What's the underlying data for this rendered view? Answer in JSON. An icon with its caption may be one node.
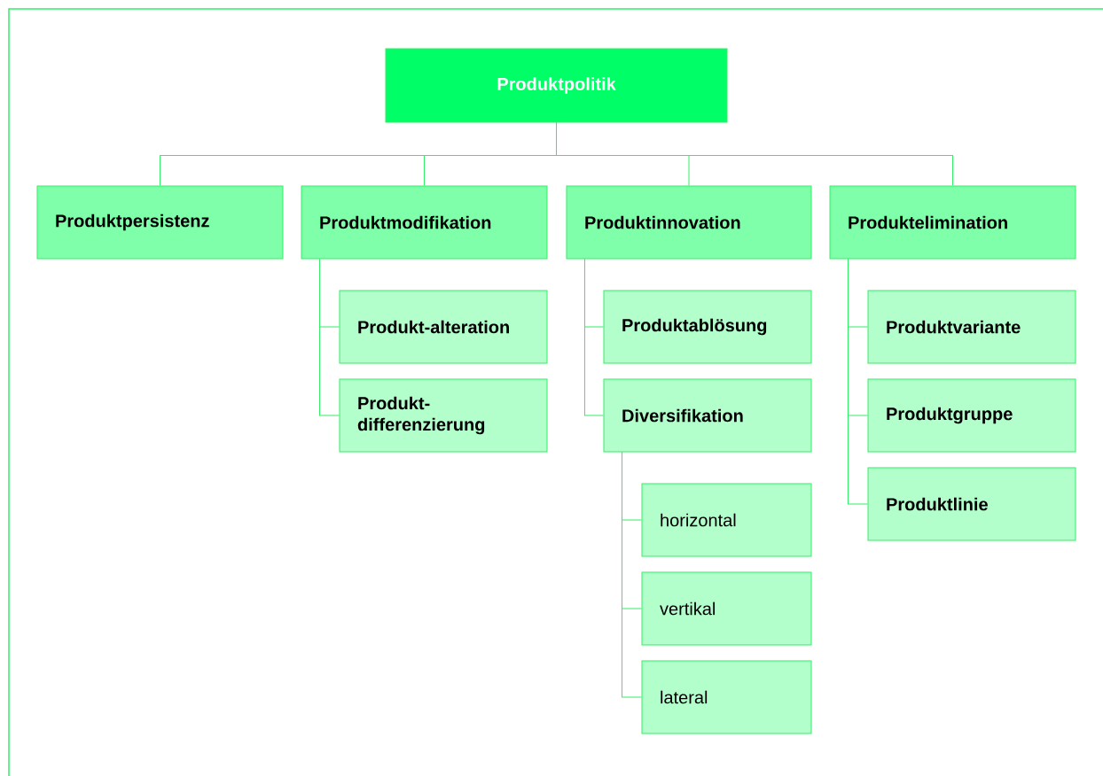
{
  "diagram": {
    "nodes": [
      {
        "text": [
          "Produktpolitik"
        ]
      },
      {
        "text": [
          "Produktpersistenz"
        ]
      },
      {
        "text": [
          "Produktmodifikation"
        ]
      },
      {
        "text": [
          "Produktinnovation"
        ]
      },
      {
        "text": [
          "Produktelimination"
        ]
      },
      {
        "text": [
          "Produkt-alteration"
        ]
      },
      {
        "text": [
          "Produkt-differenzierung"
        ]
      },
      {
        "text": [
          "Produktablösung"
        ]
      },
      {
        "text": [
          "Diversifikation"
        ]
      },
      {
        "text": [
          "horizontal"
        ]
      },
      {
        "text": [
          "vertikal"
        ]
      },
      {
        "text": [
          "lateral"
        ]
      },
      {
        "text": [
          "Produktvariante"
        ]
      },
      {
        "text": [
          "Produktgruppe"
        ]
      },
      {
        "text": [
          "Produktlinie"
        ]
      }
    ],
    "edges": [
      {
        "from": 0,
        "to": 1,
        "arrow": "none"
      },
      {
        "from": 0,
        "to": 2,
        "arrow": "none"
      },
      {
        "from": 0,
        "to": 3,
        "arrow": "none"
      },
      {
        "from": 0,
        "to": 4,
        "arrow": "none"
      },
      {
        "from": 2,
        "to": 5,
        "arrow": "none"
      },
      {
        "from": 2,
        "to": 6,
        "arrow": "none"
      },
      {
        "from": 3,
        "to": 7,
        "arrow": "none"
      },
      {
        "from": 3,
        "to": 8,
        "arrow": "none"
      },
      {
        "from": 8,
        "to": 9,
        "arrow": "none"
      },
      {
        "from": 8,
        "to": 10,
        "arrow": "none"
      },
      {
        "from": 8,
        "to": 11,
        "arrow": "none"
      },
      {
        "from": 4,
        "to": 12,
        "arrow": "none"
      },
      {
        "from": 4,
        "to": 13,
        "arrow": "none"
      },
      {
        "from": 4,
        "to": 14,
        "arrow": "none"
      }
    ]
  }
}
